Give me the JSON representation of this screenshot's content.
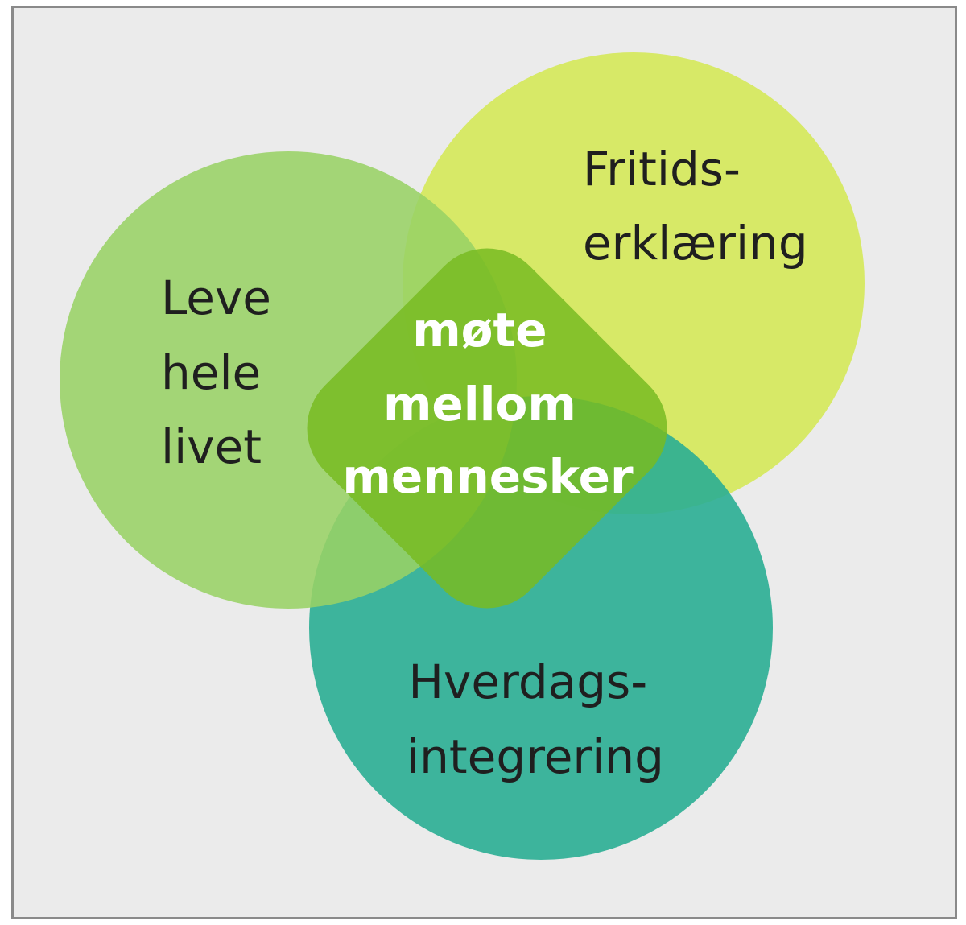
{
  "diagram": {
    "circles": {
      "left": {
        "lines": [
          "Leve",
          "hele",
          "livet"
        ],
        "color": "#9fd46a"
      },
      "right": {
        "lines": [
          "Fritids-",
          "erklæring"
        ],
        "color": "#d5e85c"
      },
      "bottom": {
        "lines": [
          "Hverdags-",
          "integrering"
        ],
        "color": "#3ab49e"
      }
    },
    "center": {
      "lines": [
        "møte",
        "mellom",
        "mennesker"
      ],
      "color": "#7abd2a"
    },
    "background": "#ebebeb",
    "border": "#8a8a8a"
  }
}
